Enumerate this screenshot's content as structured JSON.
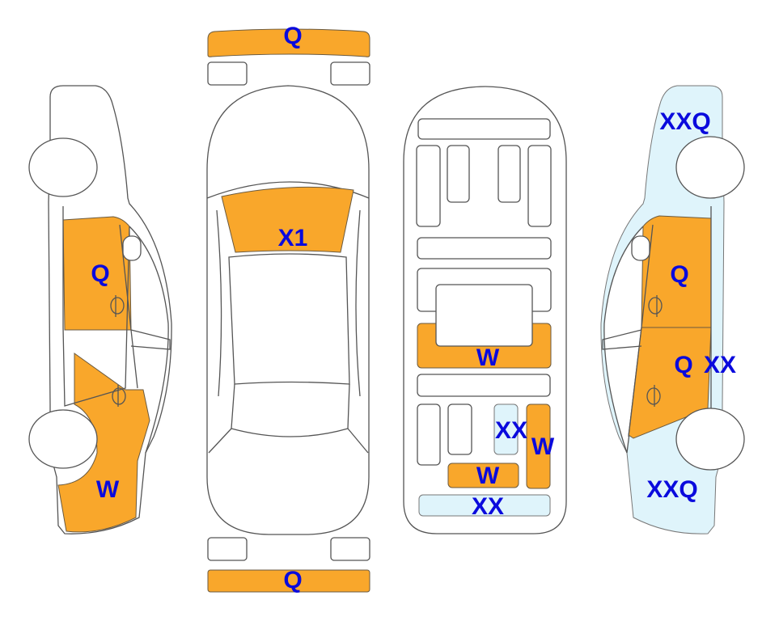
{
  "colors": {
    "damage_orange": "#F9A72B",
    "damage_light_blue": "#DFF4FB",
    "label_blue": "#0A0ADD"
  },
  "views": {
    "left_side": {
      "labels": [
        "Q",
        "W"
      ]
    },
    "top": {
      "labels": [
        "Q",
        "X1",
        "Q"
      ]
    },
    "underbody": {
      "labels": [
        "W",
        "XX",
        "W",
        "W",
        "XX"
      ]
    },
    "right_side": {
      "labels": [
        "XXQ",
        "Q",
        "Q",
        "XX",
        "XXQ"
      ]
    }
  }
}
